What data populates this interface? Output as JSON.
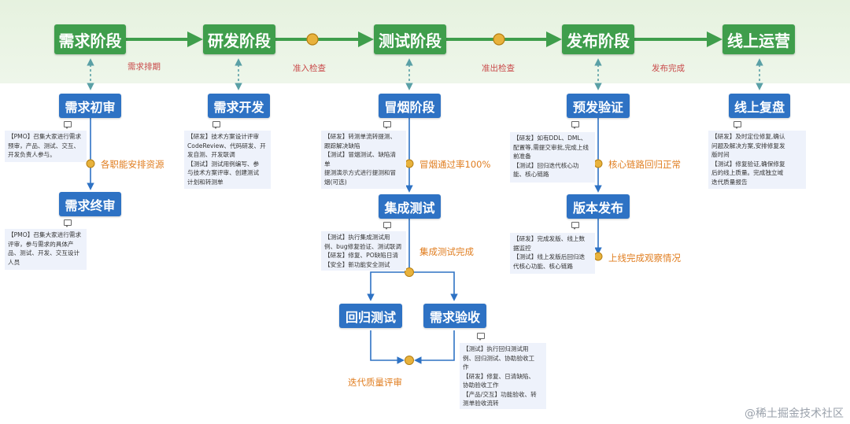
{
  "stages": {
    "demand": "需求阶段",
    "dev": "研发阶段",
    "test": "测试阶段",
    "release": "发布阶段",
    "online": "线上运营"
  },
  "transitions": {
    "demand_schedule": "需求排期",
    "entry_check": "准入检查",
    "exit_check": "准出检查",
    "release_done": "发布完成"
  },
  "subs": {
    "initial_review": "需求初审",
    "final_review": "需求终审",
    "demand_dev": "需求开发",
    "smoke": "冒烟阶段",
    "integration": "集成测试",
    "regression": "回归测试",
    "acceptance": "需求验收",
    "pre_release": "预发验证",
    "version_release": "版本发布",
    "online_review": "线上复盘"
  },
  "conditions": {
    "resources": "各职能安排资源",
    "smoke_pass": "冒烟通过率100%",
    "integration_done": "集成测试完成",
    "quality_review": "迭代质量评审",
    "core_link": "核心链路回归正常",
    "online_observe": "上线完成观察情况"
  },
  "notes": {
    "initial_review": "【PMO】召集大家进行需求\n预审，产品、测试、交互、\n开发负责人参与。",
    "final_review": "【PMO】召集大家进行需求\n评审，参与需求的具体产\n品、测试、开发、交互设计\n人员",
    "demand_dev": "【研发】技术方案设计评审\nCodeReview、代码研发、开\n发自测、开发联调\n【测试】测试用例编写、参\n与技术方案评审、创建测试\n计划和转测单",
    "smoke": "【研发】转测单流转提测、\n跟踪解决缺陷\n【测试】冒烟测试、缺陷清\n单\n提测演示方式进行提测和冒\n烟(可选)",
    "integration": "【测试】执行集成测试用\n例、bug修复验证、测试联调\n【研发】修复、PO缺陷日清\n【安全】新功能安全测试",
    "acceptance": "【测试】执行回归测试用\n例、回归测试、协助验收工\n作\n【研发】修复、日清缺陷、\n协助验收工作\n【产品/交互】功能验收、转\n测单验收流转",
    "pre_release": "【研发】如有DDL、DML、\n配置等,需提交审批,完成上线\n前准备\n【测试】回归迭代核心功\n能、核心链路",
    "version_release": "【研发】完成发版、线上数\n据监控\n【测试】线上发版后回归迭\n代核心功能、核心链路",
    "online_review": "【研发】及时定位修复,确认\n问题及解决方案,安排修复发\n版时间\n【测试】修复验证,确保修复\n后的线上质量。完成独立域\n迭代质量报告"
  },
  "watermark": "@稀土掘金技术社区",
  "colors": {
    "stage_green": "#3f9e4c",
    "sub_blue": "#2e72c4",
    "band_green": "#e6f2df",
    "gate_dot": "#e8b23c",
    "label_red": "#c94a4a",
    "label_orange": "#e07d1f"
  }
}
